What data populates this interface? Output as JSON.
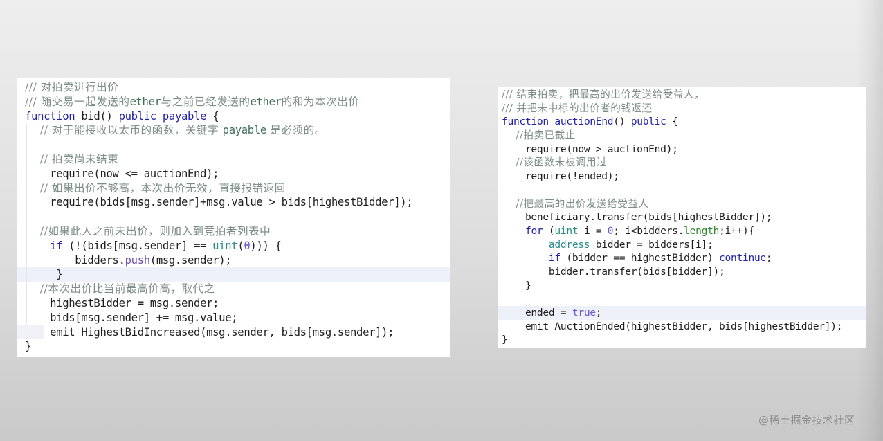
{
  "background": {
    "top_color": "#eeeeee",
    "bottom_color": "#c9c9c9"
  },
  "colors": {
    "comment": "#7c8c86",
    "keyword": "#2323a8",
    "type": "#2b8a8a",
    "literal": "#6a5acd",
    "property": "#2d8a2d",
    "text": "#1f1f1f",
    "highlight_line": "#eef0fa"
  },
  "left_panel": {
    "title": "bid function",
    "lines": {
      "l1": {
        "c1": "/// 对拍卖进行出价"
      },
      "l2": {
        "c1": "/// 随交易一起发送的",
        "c2": "ether",
        "c3": "与之前已经发送的",
        "c4": "ether",
        "c5": "的和为本次出价"
      },
      "l3": {
        "k1": "function",
        "t1": " bid() ",
        "k2": "public",
        "t2": " ",
        "k3": "payable",
        "t3": " {"
      },
      "l4": {
        "c1": "    // 对于能接收以太币的函数，关键字 ",
        "c2": "payable",
        "c3": " 是必须的。"
      },
      "l5": {
        "t1": ""
      },
      "l6": {
        "c1": "    // 拍卖尚未结束"
      },
      "l7": {
        "t1": "    require(now <= auctionEnd);"
      },
      "l8": {
        "c1": "    // 如果出价不够高，本次出价无效，直接报错返回"
      },
      "l9": {
        "t1": "    require(bids[msg.sender]+msg.value > bids[highestBidder]);"
      },
      "l10": {
        "t1": ""
      },
      "l11": {
        "c1": "    //如果此人之前未出价，则加入到竞拍者列表中"
      },
      "l12": {
        "t0": "    ",
        "k1": "if",
        "t1": " (!(bids[msg.sender] == ",
        "k2": "uint",
        "t2": "(",
        "n1": "0",
        "t3": "))) {"
      },
      "l13": {
        "t0": "        bidders.",
        "f1": "push",
        "t1": "(msg.sender);"
      },
      "l14": {
        "t1": "     }"
      },
      "l15": {
        "c1": "    //本次出价比当前最高价高，取代之"
      },
      "l16": {
        "t1": "    highestBidder = msg.sender;"
      },
      "l17": {
        "t1": "    bids[msg.sender] += msg.value;"
      },
      "l18": {
        "t1": "    emit HighestBidIncreased(msg.sender, bids[msg.sender]);"
      },
      "l19": {
        "t1": "}"
      }
    }
  },
  "right_panel": {
    "title": "auctionEnd function",
    "lines": {
      "l1": {
        "c1": "/// 结束拍卖，把最高的出价发送给受益人，"
      },
      "l2": {
        "c1": "/// 并把未中标的出价者的钱返还"
      },
      "l3": {
        "k1": "function",
        "t1": " ",
        "f1": "auctionEnd",
        "t2": "() ",
        "k2": "public",
        "t3": " {"
      },
      "l4": {
        "c1": "    //拍卖已截止"
      },
      "l5": {
        "t1": "    require(now > auctionEnd);"
      },
      "l6": {
        "c1": "    //该函数未被调用过"
      },
      "l7": {
        "t1": "    require(!ended);"
      },
      "l8": {
        "t1": ""
      },
      "l9": {
        "c1": "    //把最高的出价发送给受益人"
      },
      "l10": {
        "t1": "    beneficiary.transfer(bids[highestBidder]);"
      },
      "l11": {
        "t0": "    ",
        "k1": "for",
        "t1": " (",
        "k2": "uint",
        "t2": " i = ",
        "n1": "0",
        "t3": "; i<bidders.",
        "p1": "length",
        "t4": ";i++){"
      },
      "l12": {
        "t0": "        ",
        "ty1": "address",
        "t1": " bidder = bidders[i];"
      },
      "l13": {
        "t0": "        ",
        "k1": "if",
        "t1": " (bidder == highestBidder) ",
        "k2": "continue",
        "t2": ";"
      },
      "l14": {
        "t1": "        bidder.transfer(bids[bidder]);"
      },
      "l15": {
        "t1": "    }"
      },
      "l16": {
        "t1": ""
      },
      "l17": {
        "t0": "    ended = ",
        "n1": "true",
        "t1": ";"
      },
      "l18": {
        "t1": "    emit AuctionEnded(highestBidder, bids[highestBidder]);"
      },
      "l19": {
        "t1": "}"
      }
    }
  },
  "watermark": {
    "text": "@稀土掘金技术社区"
  }
}
